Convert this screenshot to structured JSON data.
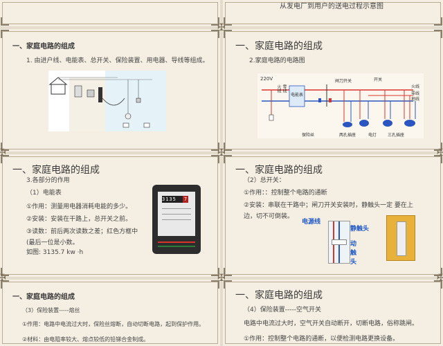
{
  "slides": {
    "s1": {
      "top_text": "从发电厂到用户的送电过程示意图"
    },
    "s2": {
      "title": "一、家庭电路的组成",
      "item1": "1. 由进户线、电能表、总开关、保险装置、用电器、导线等组成。"
    },
    "s3": {
      "title": "一、家庭电路的组成",
      "subtitle": "2.家庭电路的电路图",
      "labels": {
        "v220": "220V",
        "huoxian": "火线",
        "lingxian": "零线",
        "meter": "电能表",
        "zhakai": "闸刀开关",
        "kaiguan": "开关",
        "fire": "火线",
        "zero": "零线",
        "ground": "地线",
        "fuse": "保险丝",
        "two": "两孔插座",
        "lamp": "电灯",
        "three": "三孔插座"
      }
    },
    "s4": {
      "title": "一、家庭电路的组成",
      "l1": "3.各部分的作用",
      "l2": "（1）电能表",
      "l3": "①作用：测量用电器消耗电能的多少。",
      "l4": "②安装：安装在干路上，总开关之前。",
      "l5": "③读数：前后两次读数之差；红色方框中",
      "l6": "(最后一位是小数。",
      "l7": "如图:      3135.7 kw ·h",
      "meter_digits": "3135",
      "meter_decimal": "7"
    },
    "s5": {
      "title": "一、家庭电路的组成",
      "l1": "（2）总开关：",
      "l2": "①作用：：控制整个电路的通断",
      "l3": "②安装：串联在干路中；闸刀开关安装时，静触头一定  要在上",
      "l4": "边，切不可倒装。",
      "power_label": "电源线",
      "static_label": "静触头",
      "moving_label": "动触头"
    },
    "s6": {
      "title": "一、家庭电路的组成",
      "l1": "（3）保险装置-----熔丝",
      "l2": "①作用：电路中电流过大时，保险丝熔断，自动切断电路，起到保护作用。",
      "l3": "②材料：由电阻率较大、熔点较低的铅锑合金制成。"
    },
    "s7": {
      "title": "一、家庭电路的组成",
      "l1": "（4）保险装置-----空气开关",
      "l2": "电路中电流过大时，空气开关自动断开，切断电路，俗称跳闸。",
      "l3": "①作用：控制整个电路的通断，以便检测电路更换设备。"
    }
  },
  "colors": {
    "bg": "#f3ede1",
    "frame": "#b7ab95",
    "accent_blue": "#1f58c8",
    "wire_red": "#d9342b"
  }
}
